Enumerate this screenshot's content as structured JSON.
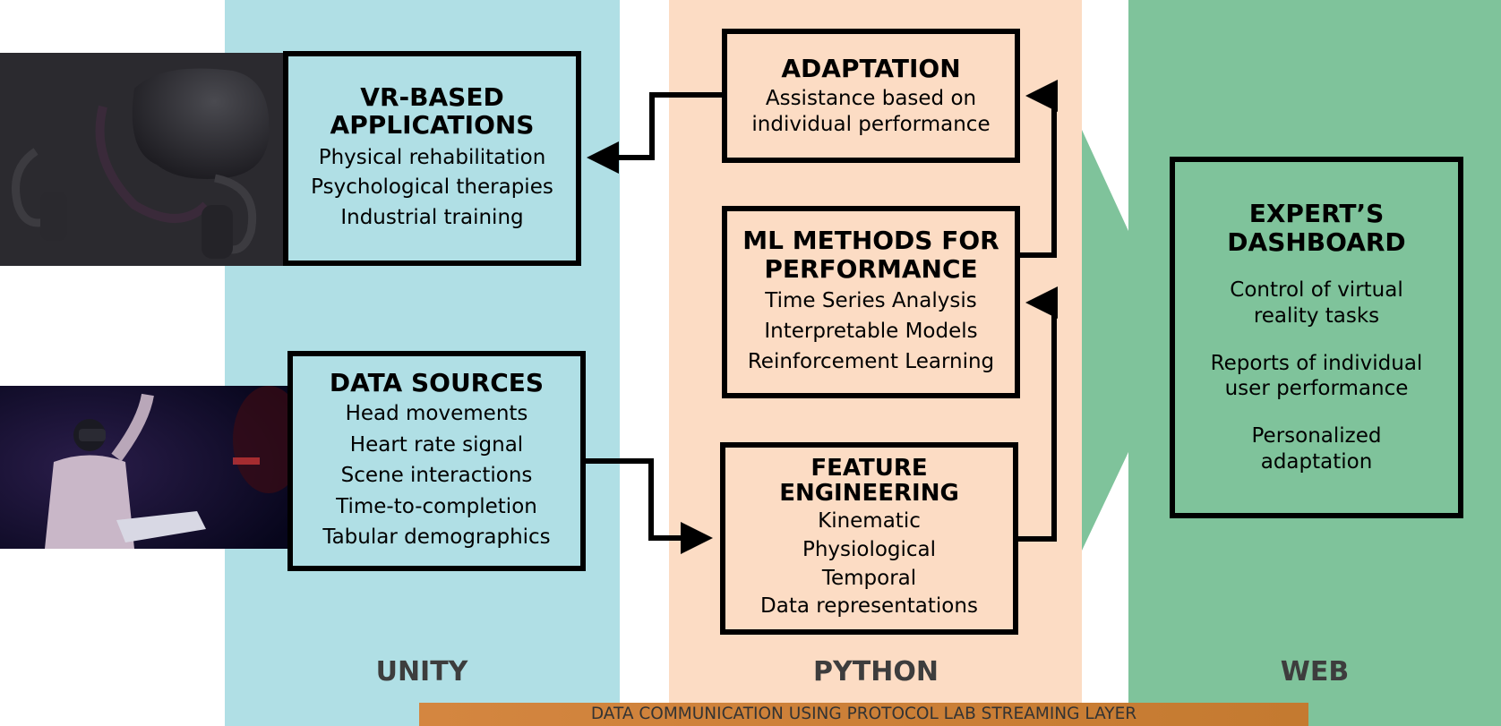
{
  "columns": {
    "unity": "UNITY",
    "python": "PYTHON",
    "web": "WEB"
  },
  "boxes": {
    "vr": {
      "title_line1": "VR-BASED",
      "title_line2": "APPLICATIONS",
      "items": [
        "Physical rehabilitation",
        "Psychological therapies",
        "Industrial training"
      ]
    },
    "data_sources": {
      "title": "DATA SOURCES",
      "items": [
        "Head movements",
        "Heart rate signal",
        "Scene interactions",
        "Time-to-completion",
        "Tabular demographics"
      ]
    },
    "adaptation": {
      "title": "ADAPTATION",
      "items": [
        "Assistance based on",
        "individual performance"
      ]
    },
    "ml": {
      "title_line1": "ML METHODS FOR",
      "title_line2": "PERFORMANCE",
      "items": [
        "Time Series Analysis",
        "Interpretable Models",
        "Reinforcement Learning"
      ]
    },
    "feature": {
      "title_line1": "FEATURE",
      "title_line2": "ENGINEERING",
      "items": [
        "Kinematic",
        "Physiological",
        "Temporal",
        "Data representations"
      ]
    },
    "dashboard": {
      "title_line1": "EXPERT’S",
      "title_line2": "DASHBOARD",
      "items": [
        "Control of virtual\nreality tasks",
        "Reports of individual\nuser performance",
        "Personalized\nadaptation"
      ]
    }
  },
  "bottom_bar": "DATA COMMUNICATION USING PROTOCOL LAB STREAMING LAYER",
  "colors": {
    "unity_bg": "#b0dfe5",
    "python_bg": "#fcdcc4",
    "web_bg": "#7fc39b",
    "bar": "#d48640",
    "label_text": "#3d3d3d"
  },
  "images": {
    "headset": "vr-headset-photo",
    "user": "vr-user-photo"
  }
}
